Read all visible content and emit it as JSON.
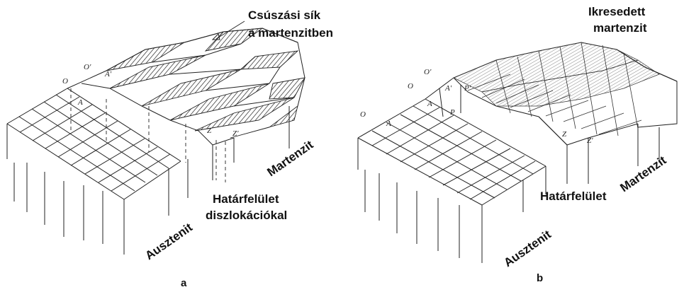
{
  "panel_a": {
    "label": "a",
    "slip_plane_line1": "Csúszási sík",
    "slip_plane_line2": "a martenzitben",
    "martensite": "Martenzit",
    "interface_line1": "Határfelület",
    "interface_line2": "diszlokációkal",
    "austenite": "Ausztenit",
    "point_O": "O",
    "point_O_prime": "O'",
    "point_A": "A",
    "point_A_prime": "A'",
    "point_Z": "Z",
    "point_Z_prime": "Z'"
  },
  "panel_b": {
    "label": "b",
    "twinned_line1": "Ikresedett",
    "twinned_line2": "martenzit",
    "martensite": "Martenzit",
    "interface": "Határfelület",
    "austenite": "Ausztenit",
    "point_O": "O",
    "point_O2": "O",
    "point_O_prime": "O'",
    "point_A": "A",
    "point_A2": "A",
    "point_A_prime": "A'",
    "point_P": "P",
    "point_P_prime": "P'",
    "point_Z": "Z",
    "point_Z_prime": "Z'"
  }
}
